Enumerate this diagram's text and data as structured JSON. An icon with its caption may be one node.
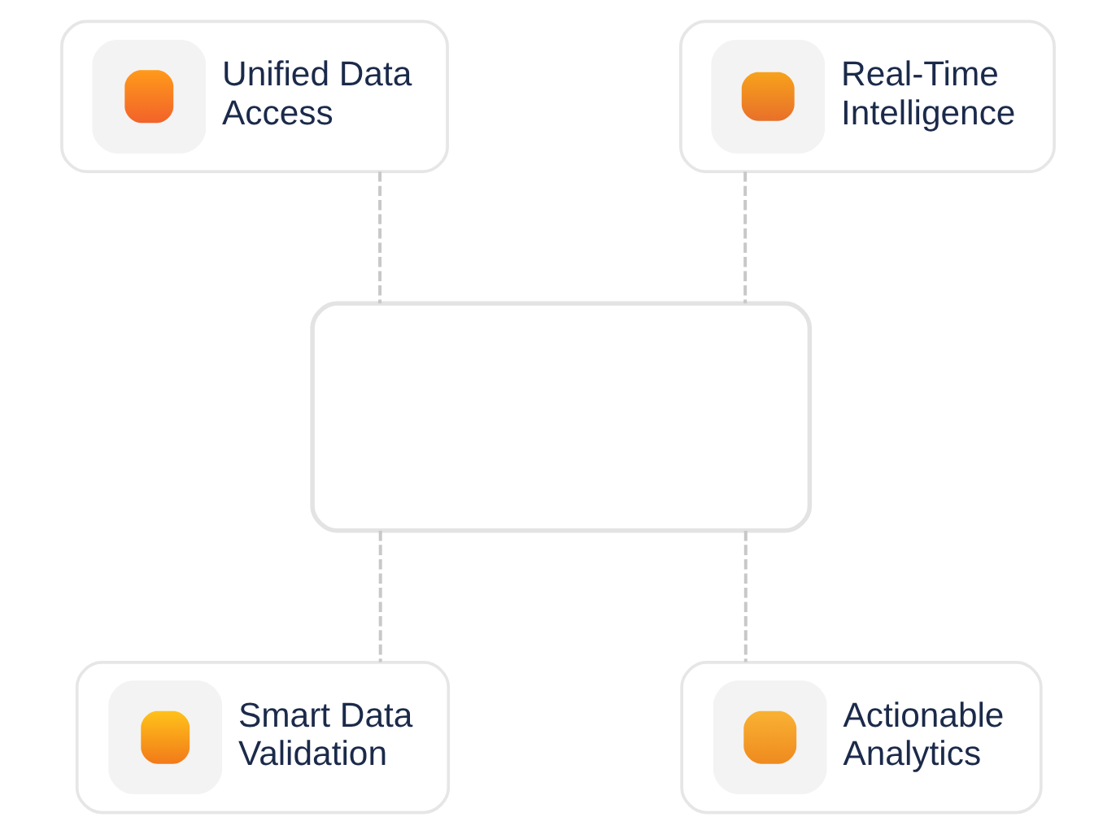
{
  "diagram": {
    "nodes": [
      {
        "text": [
          "Unified Data Access"
        ]
      },
      {
        "text": [
          "Real-Time Intelligence"
        ]
      },
      {
        "text": [],
        "shape": "box"
      },
      {
        "text": [
          "Smart Data Validation"
        ]
      },
      {
        "text": [
          "Actionable Analytics"
        ]
      }
    ],
    "edges": [
      {
        "from": 0,
        "to": 2,
        "arrow": "none",
        "style": "dashed"
      },
      {
        "from": 1,
        "to": 2,
        "arrow": "none",
        "style": "dashed"
      },
      {
        "from": 2,
        "to": 3,
        "arrow": "none",
        "style": "dashed"
      },
      {
        "from": 2,
        "to": 4,
        "arrow": "none",
        "style": "dashed"
      }
    ]
  }
}
